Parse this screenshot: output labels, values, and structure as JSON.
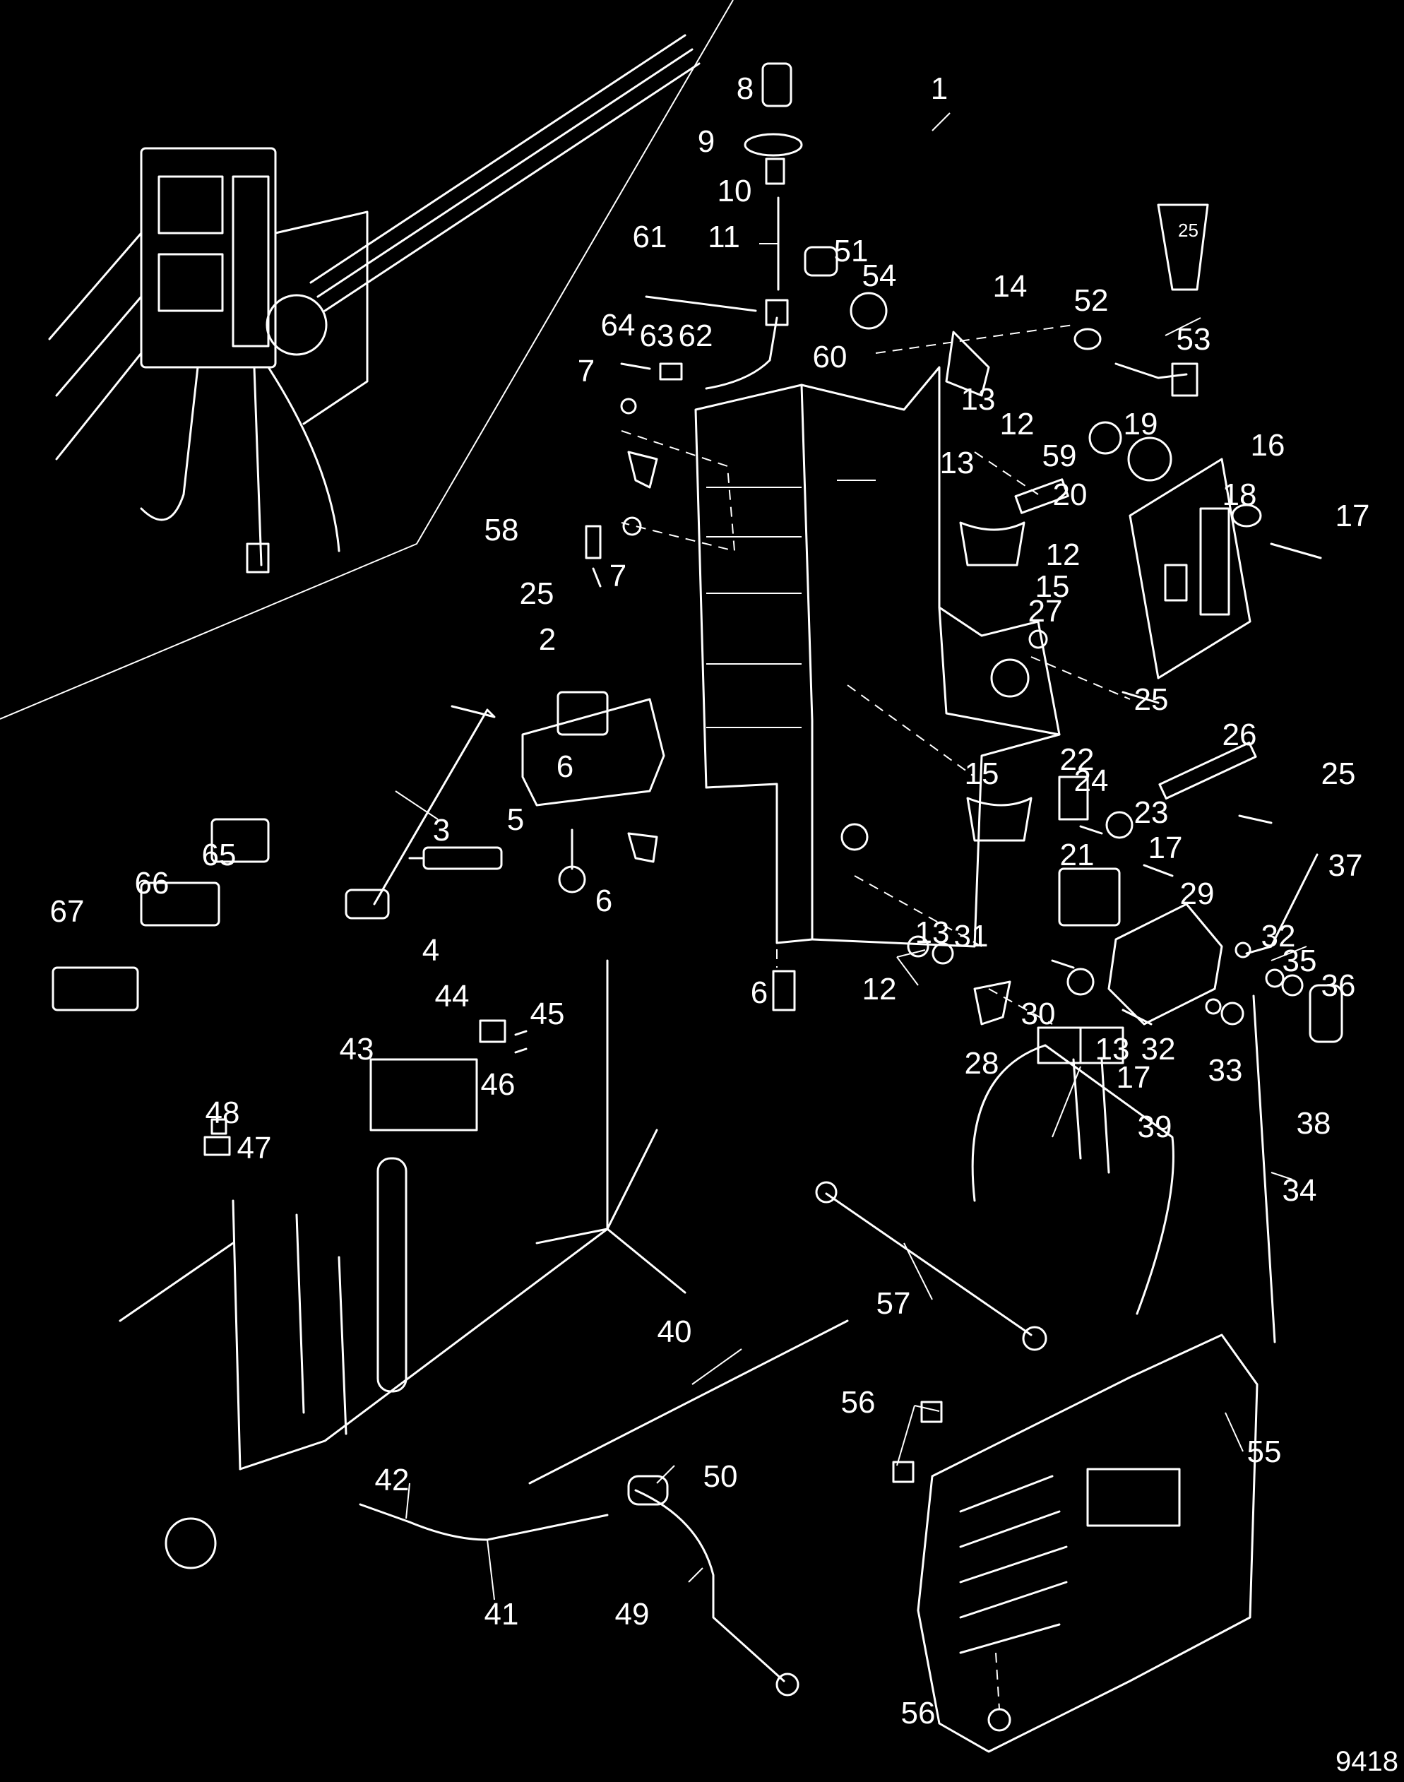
{
  "figure_number": "9418",
  "callouts": [
    {
      "n": "1"
    },
    {
      "n": "2"
    },
    {
      "n": "3"
    },
    {
      "n": "4"
    },
    {
      "n": "5"
    },
    {
      "n": "6"
    },
    {
      "n": "6"
    },
    {
      "n": "6"
    },
    {
      "n": "7"
    },
    {
      "n": "7"
    },
    {
      "n": "8"
    },
    {
      "n": "9"
    },
    {
      "n": "10"
    },
    {
      "n": "11"
    },
    {
      "n": "12"
    },
    {
      "n": "12"
    },
    {
      "n": "12"
    },
    {
      "n": "13"
    },
    {
      "n": "13"
    },
    {
      "n": "13"
    },
    {
      "n": "13"
    },
    {
      "n": "14"
    },
    {
      "n": "15"
    },
    {
      "n": "15"
    },
    {
      "n": "16"
    },
    {
      "n": "17"
    },
    {
      "n": "17"
    },
    {
      "n": "17"
    },
    {
      "n": "18"
    },
    {
      "n": "19"
    },
    {
      "n": "20"
    },
    {
      "n": "21"
    },
    {
      "n": "22"
    },
    {
      "n": "23"
    },
    {
      "n": "24"
    },
    {
      "n": "25"
    },
    {
      "n": "25"
    },
    {
      "n": "25"
    },
    {
      "n": "26"
    },
    {
      "n": "27"
    },
    {
      "n": "28"
    },
    {
      "n": "29"
    },
    {
      "n": "30"
    },
    {
      "n": "31"
    },
    {
      "n": "32"
    },
    {
      "n": "32"
    },
    {
      "n": "33"
    },
    {
      "n": "34"
    },
    {
      "n": "35"
    },
    {
      "n": "36"
    },
    {
      "n": "37"
    },
    {
      "n": "38"
    },
    {
      "n": "39"
    },
    {
      "n": "40"
    },
    {
      "n": "41"
    },
    {
      "n": "42"
    },
    {
      "n": "43"
    },
    {
      "n": "44"
    },
    {
      "n": "45"
    },
    {
      "n": "46"
    },
    {
      "n": "47"
    },
    {
      "n": "48"
    },
    {
      "n": "49"
    },
    {
      "n": "50"
    },
    {
      "n": "51"
    },
    {
      "n": "52"
    },
    {
      "n": "53"
    },
    {
      "n": "54"
    },
    {
      "n": "55"
    },
    {
      "n": "56"
    },
    {
      "n": "56"
    },
    {
      "n": "57"
    },
    {
      "n": "58"
    },
    {
      "n": "59"
    },
    {
      "n": "60"
    },
    {
      "n": "61"
    },
    {
      "n": "62"
    },
    {
      "n": "63"
    },
    {
      "n": "64"
    },
    {
      "n": "65"
    },
    {
      "n": "66"
    },
    {
      "n": "67"
    }
  ],
  "tube_label": "25"
}
